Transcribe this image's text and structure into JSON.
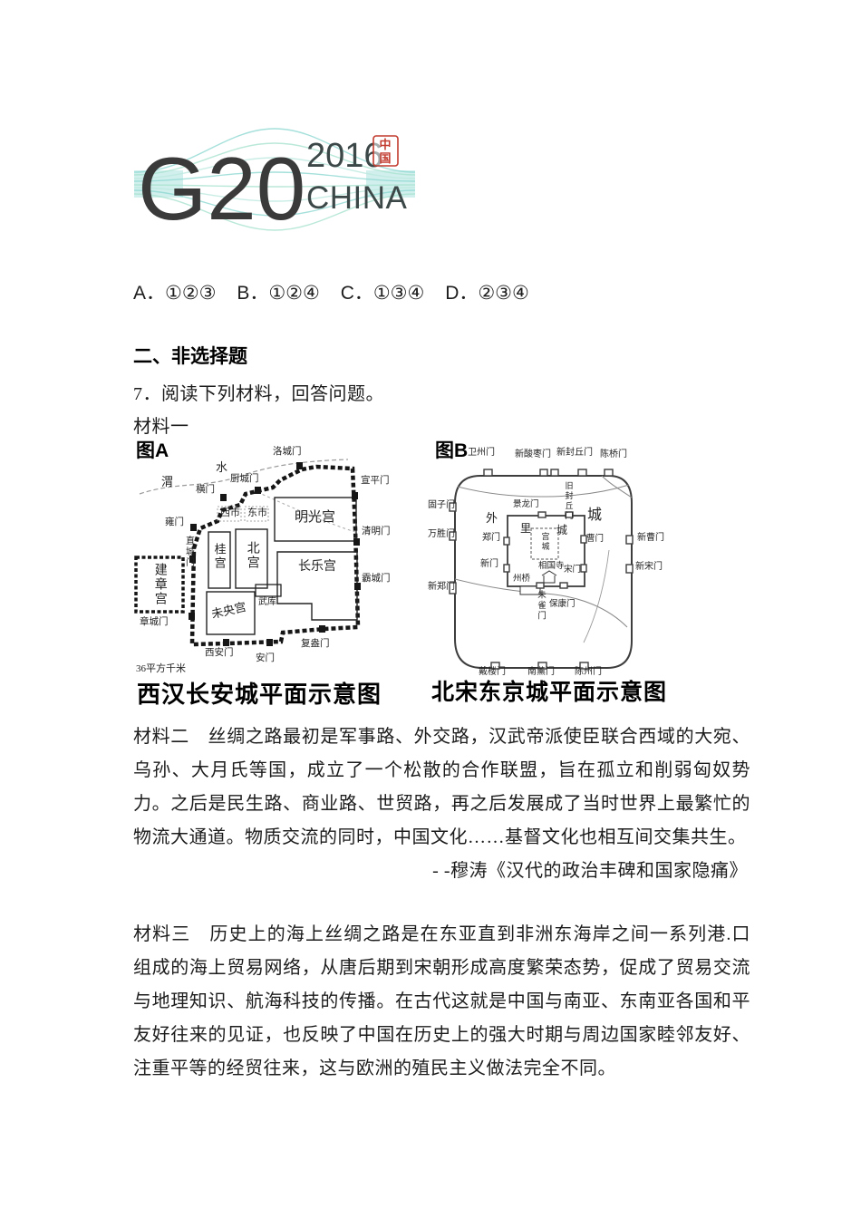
{
  "logo": {
    "main": "G20",
    "year": "2016",
    "country": "CHINA",
    "seal_top": "中",
    "seal_bottom": "国",
    "wave_color_1": "#8fd8d2",
    "wave_color_2": "#a9e2cf",
    "wave_color_3": "#bce9df",
    "text_color": "#3c4747",
    "seal_color": "#c23b2e"
  },
  "options": {
    "items": [
      "A．①②③",
      "B．①②④",
      "C．①③④",
      "D．②③④"
    ]
  },
  "section2": {
    "heading": "二、非选择题"
  },
  "question7": {
    "text": "7．阅读下列材料，回答问题。"
  },
  "material1": {
    "label": "材料一"
  },
  "material2": {
    "text": "材料二　丝绸之路最初是军事路、外交路，汉武帝派使臣联合西域的大宛、乌孙、大月氏等国，成立了一个松散的合作联盟，旨在孤立和削弱匈奴势力。之后是民生路、商业路、世贸路，再之后发展成了当时世界上最繁忙的物流大通道。物质交流的同时，中国文化……基督文化也相互间交集共生。",
    "source": "- -穆涛《汉代的政治丰碑和国家隐痛》"
  },
  "material3": {
    "text": "材料三　历史上的海上丝绸之路是在东亚直到非洲东海岸之间一系列港.口组成的海上贸易网络，从唐后期到宋朝形成高度繁荣态势，促成了贸易交流与地理知识、航海科技的传播。在古代这就是中国与南亚、东南亚各国和平友好往来的见证，也反映了中国在历史上的强大时期与周边国家睦邻友好、注重平等的经贸往来，这与欧洲的殖民主义做法完全不同。"
  },
  "figure_a": {
    "tag": "图A",
    "caption": "西汉长安城平面示意图",
    "area_note": "36平方千米",
    "river_char1": "渭",
    "river_char2": "水",
    "gate_luocheng": "洛城门",
    "gate_chucheng": "厨城门",
    "gate_heng": "横门",
    "gate_xuanping": "宣平门",
    "gate_qingming": "清明门",
    "gate_bacheng": "霸城门",
    "gate_yong": "雍门",
    "gate_zhicheng": "直城门",
    "gate_zhangcheng": "章城门",
    "gate_xian": "西安门",
    "gate_an": "安门",
    "gate_fuang": "复盎门",
    "market_west": "西市",
    "market_east": "东市",
    "palace_mingguang": "明光宫",
    "palace_gui": "桂宫",
    "palace_bei": "北宫",
    "palace_changle": "长乐宫",
    "armory": "武库",
    "palace_weiyang": "未央宫",
    "palace_jianzhang": "建章宫"
  },
  "figure_b": {
    "tag": "图B",
    "caption": "北宋东京城平面示意图",
    "gate_weizhou": "卫州门",
    "gate_xinsuanzao": "新酸枣门",
    "gate_xinfengqiu": "新封丘门",
    "gate_chenqiao": "陈桥门",
    "gate_guzi": "固子门",
    "gate_wansheng": "万胜门",
    "gate_xinzheng": "新郑门",
    "gate_xincao": "新曹门",
    "gate_xinsong": "新宋门",
    "gate_dailou": "戴楼门",
    "gate_nanxun": "南薰门",
    "gate_chenzhou": "陈州门",
    "label_outer_1": "外",
    "label_outer_2": "城",
    "label_inner_1": "里",
    "label_inner_2": "城",
    "gate_jinglong": "景龙门",
    "gate_jiufengqiu": "旧封丘门",
    "gate_zheng": "郑门",
    "gate_xinmen": "新门",
    "gate_cao": "曹门",
    "gate_song": "宋门",
    "gate_zhuque": "朱雀门",
    "gate_baokang": "保康门",
    "temple": "相国寺",
    "bridge": "州桥",
    "palace_city": "宫城"
  }
}
